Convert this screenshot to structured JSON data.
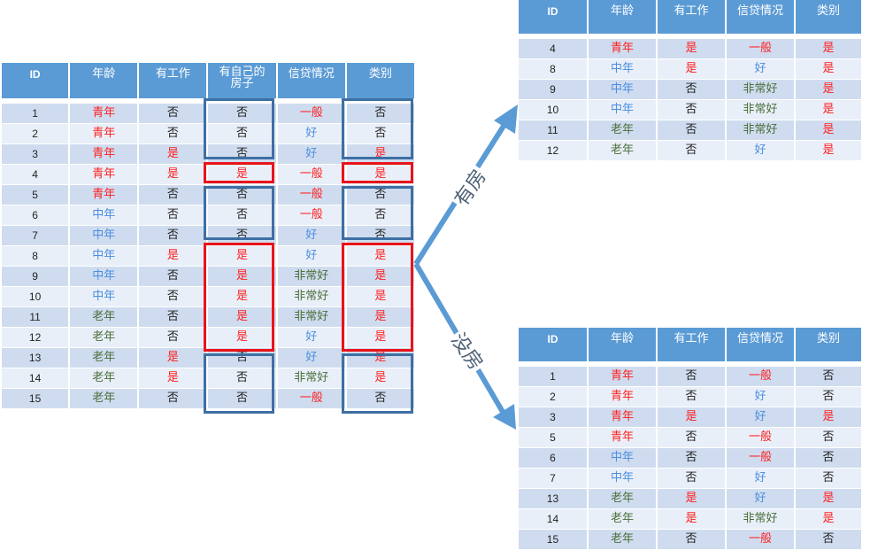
{
  "main_table": {
    "headers": [
      "ID",
      "年龄",
      "有工作",
      "有自己的\n房子",
      "信贷情况",
      "类别"
    ],
    "rows": [
      [
        "1",
        "青年",
        "否",
        "否",
        "一般",
        "否"
      ],
      [
        "2",
        "青年",
        "否",
        "否",
        "好",
        "否"
      ],
      [
        "3",
        "青年",
        "是",
        "否",
        "好",
        "是"
      ],
      [
        "4",
        "青年",
        "是",
        "是",
        "一般",
        "是"
      ],
      [
        "5",
        "青年",
        "否",
        "否",
        "一般",
        "否"
      ],
      [
        "6",
        "中年",
        "否",
        "否",
        "一般",
        "否"
      ],
      [
        "7",
        "中年",
        "否",
        "否",
        "好",
        "否"
      ],
      [
        "8",
        "中年",
        "是",
        "是",
        "好",
        "是"
      ],
      [
        "9",
        "中年",
        "否",
        "是",
        "非常好",
        "是"
      ],
      [
        "10",
        "中年",
        "否",
        "是",
        "非常好",
        "是"
      ],
      [
        "11",
        "老年",
        "否",
        "是",
        "非常好",
        "是"
      ],
      [
        "12",
        "老年",
        "否",
        "是",
        "好",
        "是"
      ],
      [
        "13",
        "老年",
        "是",
        "否",
        "好",
        "是"
      ],
      [
        "14",
        "老年",
        "是",
        "否",
        "非常好",
        "是"
      ],
      [
        "15",
        "老年",
        "否",
        "否",
        "一般",
        "否"
      ]
    ]
  },
  "has_house_table": {
    "headers": [
      "ID",
      "年龄",
      "有工作",
      "信贷情况",
      "类别"
    ],
    "rows": [
      [
        "4",
        "青年",
        "是",
        "一般",
        "是"
      ],
      [
        "8",
        "中年",
        "是",
        "好",
        "是"
      ],
      [
        "9",
        "中年",
        "否",
        "非常好",
        "是"
      ],
      [
        "10",
        "中年",
        "否",
        "非常好",
        "是"
      ],
      [
        "11",
        "老年",
        "否",
        "非常好",
        "是"
      ],
      [
        "12",
        "老年",
        "否",
        "好",
        "是"
      ]
    ]
  },
  "no_house_table": {
    "headers": [
      "ID",
      "年龄",
      "有工作",
      "信贷情况",
      "类别"
    ],
    "rows": [
      [
        "1",
        "青年",
        "否",
        "一般",
        "否"
      ],
      [
        "2",
        "青年",
        "否",
        "好",
        "否"
      ],
      [
        "3",
        "青年",
        "是",
        "好",
        "是"
      ],
      [
        "5",
        "青年",
        "否",
        "一般",
        "否"
      ],
      [
        "6",
        "中年",
        "否",
        "一般",
        "否"
      ],
      [
        "7",
        "中年",
        "否",
        "好",
        "否"
      ],
      [
        "13",
        "老年",
        "是",
        "好",
        "是"
      ],
      [
        "14",
        "老年",
        "是",
        "非常好",
        "是"
      ],
      [
        "15",
        "老年",
        "否",
        "一般",
        "否"
      ]
    ]
  },
  "edges": {
    "has_house_label": "有房",
    "no_house_label": "没房"
  },
  "colors": {
    "header_bg": "#5b9bd5",
    "row_odd": "#cfdcef",
    "row_even": "#e9eff8",
    "red_text": "#ff2020",
    "blue_text": "#4a8ee0",
    "green_text": "#4a6e3a",
    "box_blue": "#3e6fa3",
    "box_red": "#e8141a",
    "arrow": "#5b9bd5"
  }
}
